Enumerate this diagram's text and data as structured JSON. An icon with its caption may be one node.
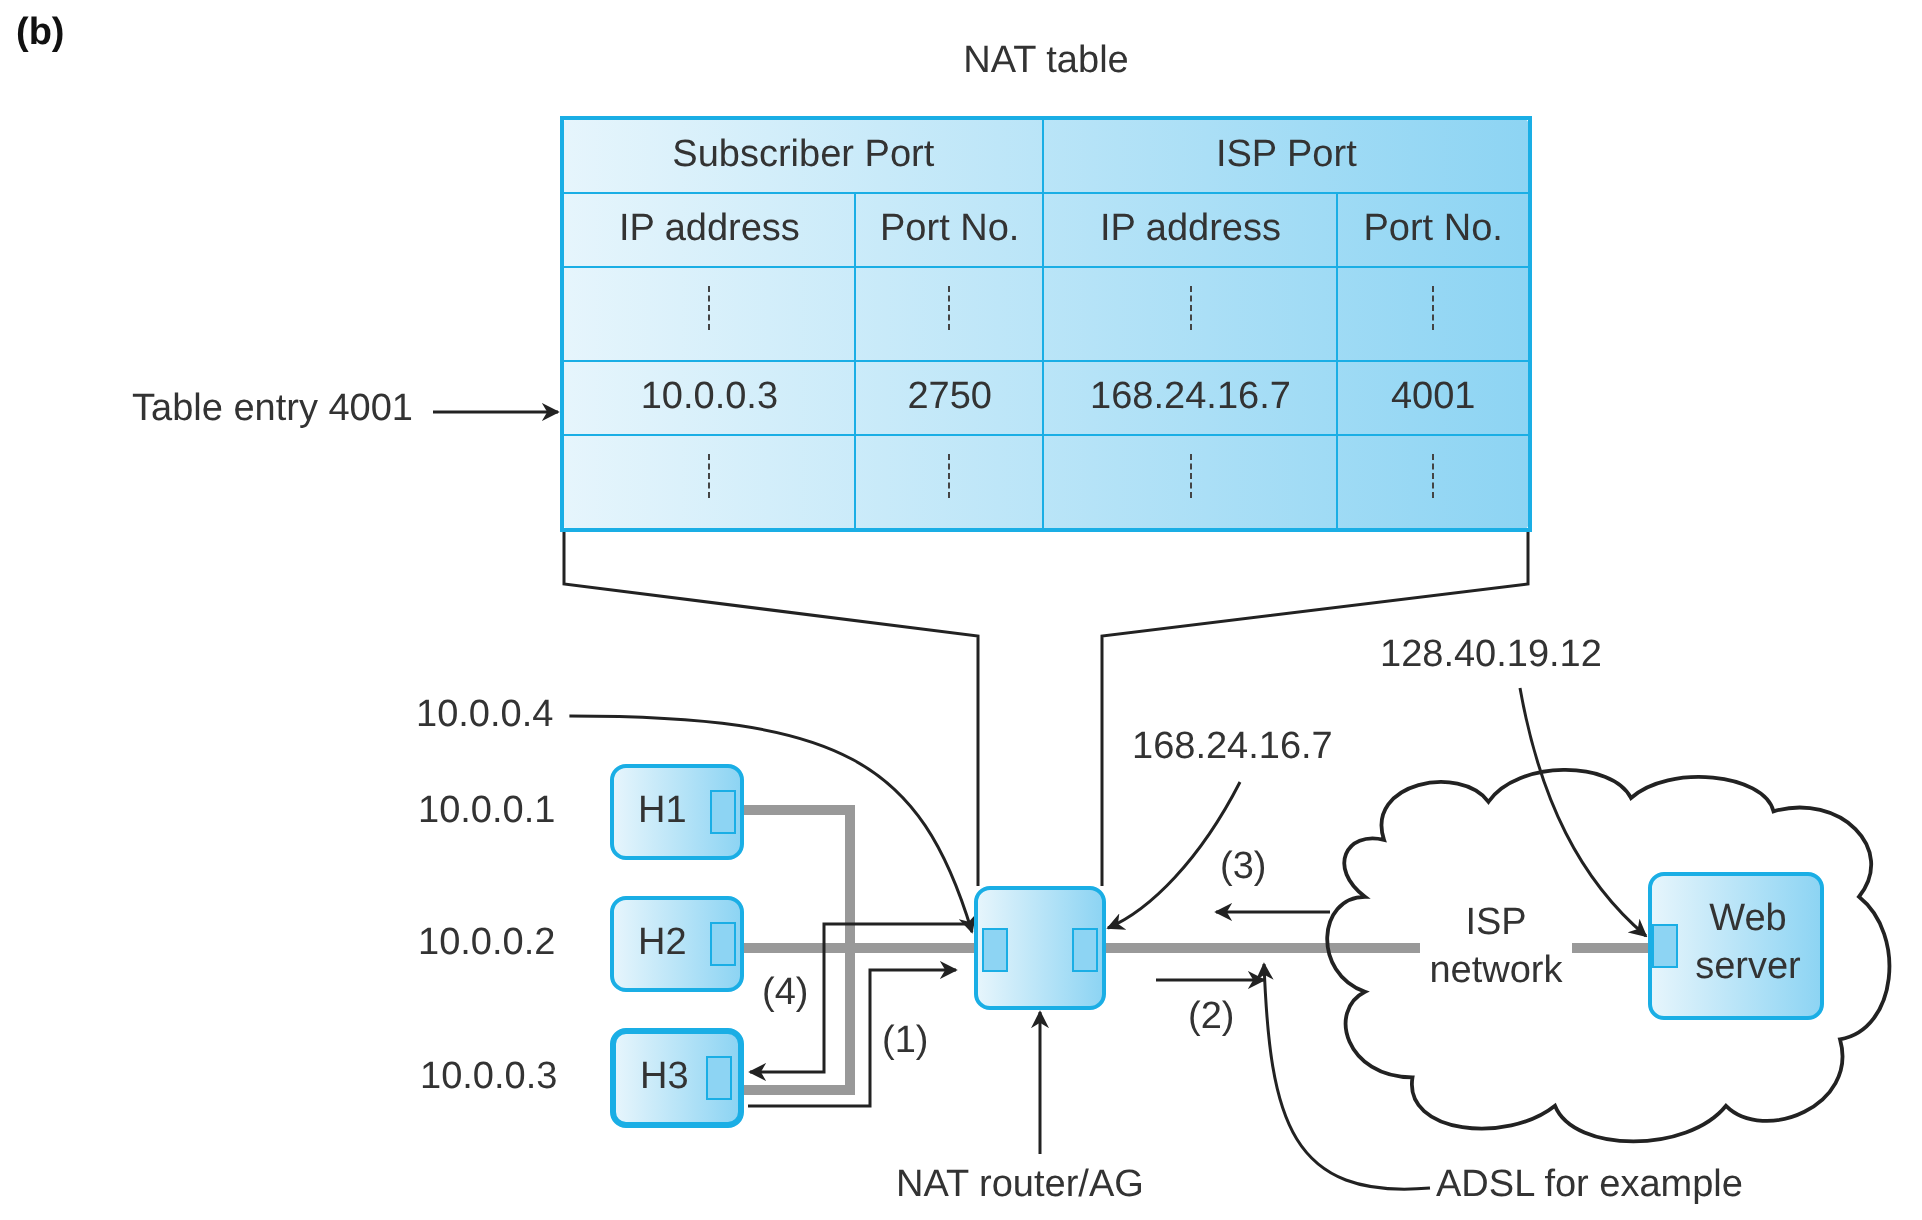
{
  "diagram": {
    "nodes": [
      {
        "text": [
          "NAT table"
        ]
      },
      {
        "text": [
          "Table entry 4001"
        ]
      },
      {
        "text": [
          "10.0.0.4"
        ]
      },
      {
        "text": [
          "H1"
        ],
        "beside": [
          "10.0.0.1"
        ]
      },
      {
        "text": [
          "H2"
        ],
        "beside": [
          "10.0.0.2"
        ]
      },
      {
        "text": [
          "H3"
        ],
        "beside": [
          "10.0.0.3"
        ]
      },
      {
        "text": [
          "168.24.16.7"
        ]
      },
      {
        "text": [
          "128.40.19.12"
        ]
      },
      {
        "text": [],
        "shape": "box"
      },
      {
        "text": [
          "ISP network"
        ]
      },
      {
        "text": [
          "Web server"
        ],
        "in": 9
      },
      {
        "text": [
          "NAT router/AG"
        ]
      },
      {
        "text": [
          "ADSL for example"
        ]
      }
    ],
    "edges": [
      {
        "from": 1,
        "to": 0,
        "arrow": "to"
      },
      {
        "from": 0,
        "to": 8,
        "arrow": "none"
      },
      {
        "from": 0,
        "to": 8,
        "arrow": "none"
      },
      {
        "from": 2,
        "to": 8,
        "arrow": "to"
      },
      {
        "from": 6,
        "to": 8,
        "arrow": "to"
      },
      {
        "from": 7,
        "to": 10,
        "arrow": "to"
      },
      {
        "from": 11,
        "to": 8,
        "arrow": "to"
      },
      {
        "from": 12,
        "to": null,
        "arrow": "to"
      },
      {
        "from": 3,
        "to": 8,
        "arrow": "none",
        "style": "thick",
        "color": "#999999"
      },
      {
        "from": 4,
        "to": 8,
        "arrow": "none",
        "style": "thick",
        "color": "#999999"
      },
      {
        "from": 5,
        "to": 8,
        "arrow": "none",
        "style": "thick",
        "color": "#999999"
      },
      {
        "from": 8,
        "to": 9,
        "arrow": "none",
        "style": "thick",
        "color": "#999999"
      },
      {
        "from": 9,
        "to": 10,
        "arrow": "none",
        "style": "thick",
        "color": "#999999"
      },
      {
        "from": 5,
        "to": 8,
        "arrow": "to",
        "label": "(1)"
      },
      {
        "from": 8,
        "to": 5,
        "arrow": "to",
        "label": "(4)"
      }
    ],
    "labels": [
      "(b)",
      "Subscriber Port",
      "ISP Port",
      "IP address",
      "Port No.",
      "IP address",
      "Port No.",
      "10.0.0.3",
      "2750",
      "168.24.16.7",
      "4001",
      "(3)",
      "(2)"
    ]
  }
}
